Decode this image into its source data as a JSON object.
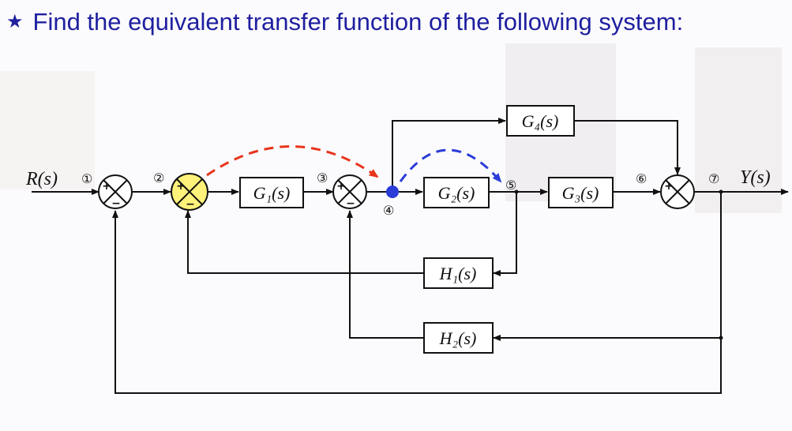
{
  "title": "Find the equivalent transfer function of the following system:",
  "title_bullet": "★",
  "signals": {
    "input": "R(s)",
    "output": "Y(s)"
  },
  "blocks": {
    "G1": "G₁(s)",
    "G2": "G₂(s)",
    "G3": "G₃(s)",
    "G4": "G₄(s)",
    "H1": "H₁(s)",
    "H2": "H₂(s)"
  },
  "nodes": [
    "①",
    "②",
    "③",
    "④",
    "⑤",
    "⑥",
    "⑦"
  ],
  "signs": {
    "plus": "+",
    "minus": "−"
  },
  "colors": {
    "title": "#1f1fa0",
    "highlight_junction": "#fff27a",
    "pickoff_point": "#2a3cd8",
    "red_arrow": "#e8341c",
    "blue_arrow": "#2a3cd8"
  }
}
